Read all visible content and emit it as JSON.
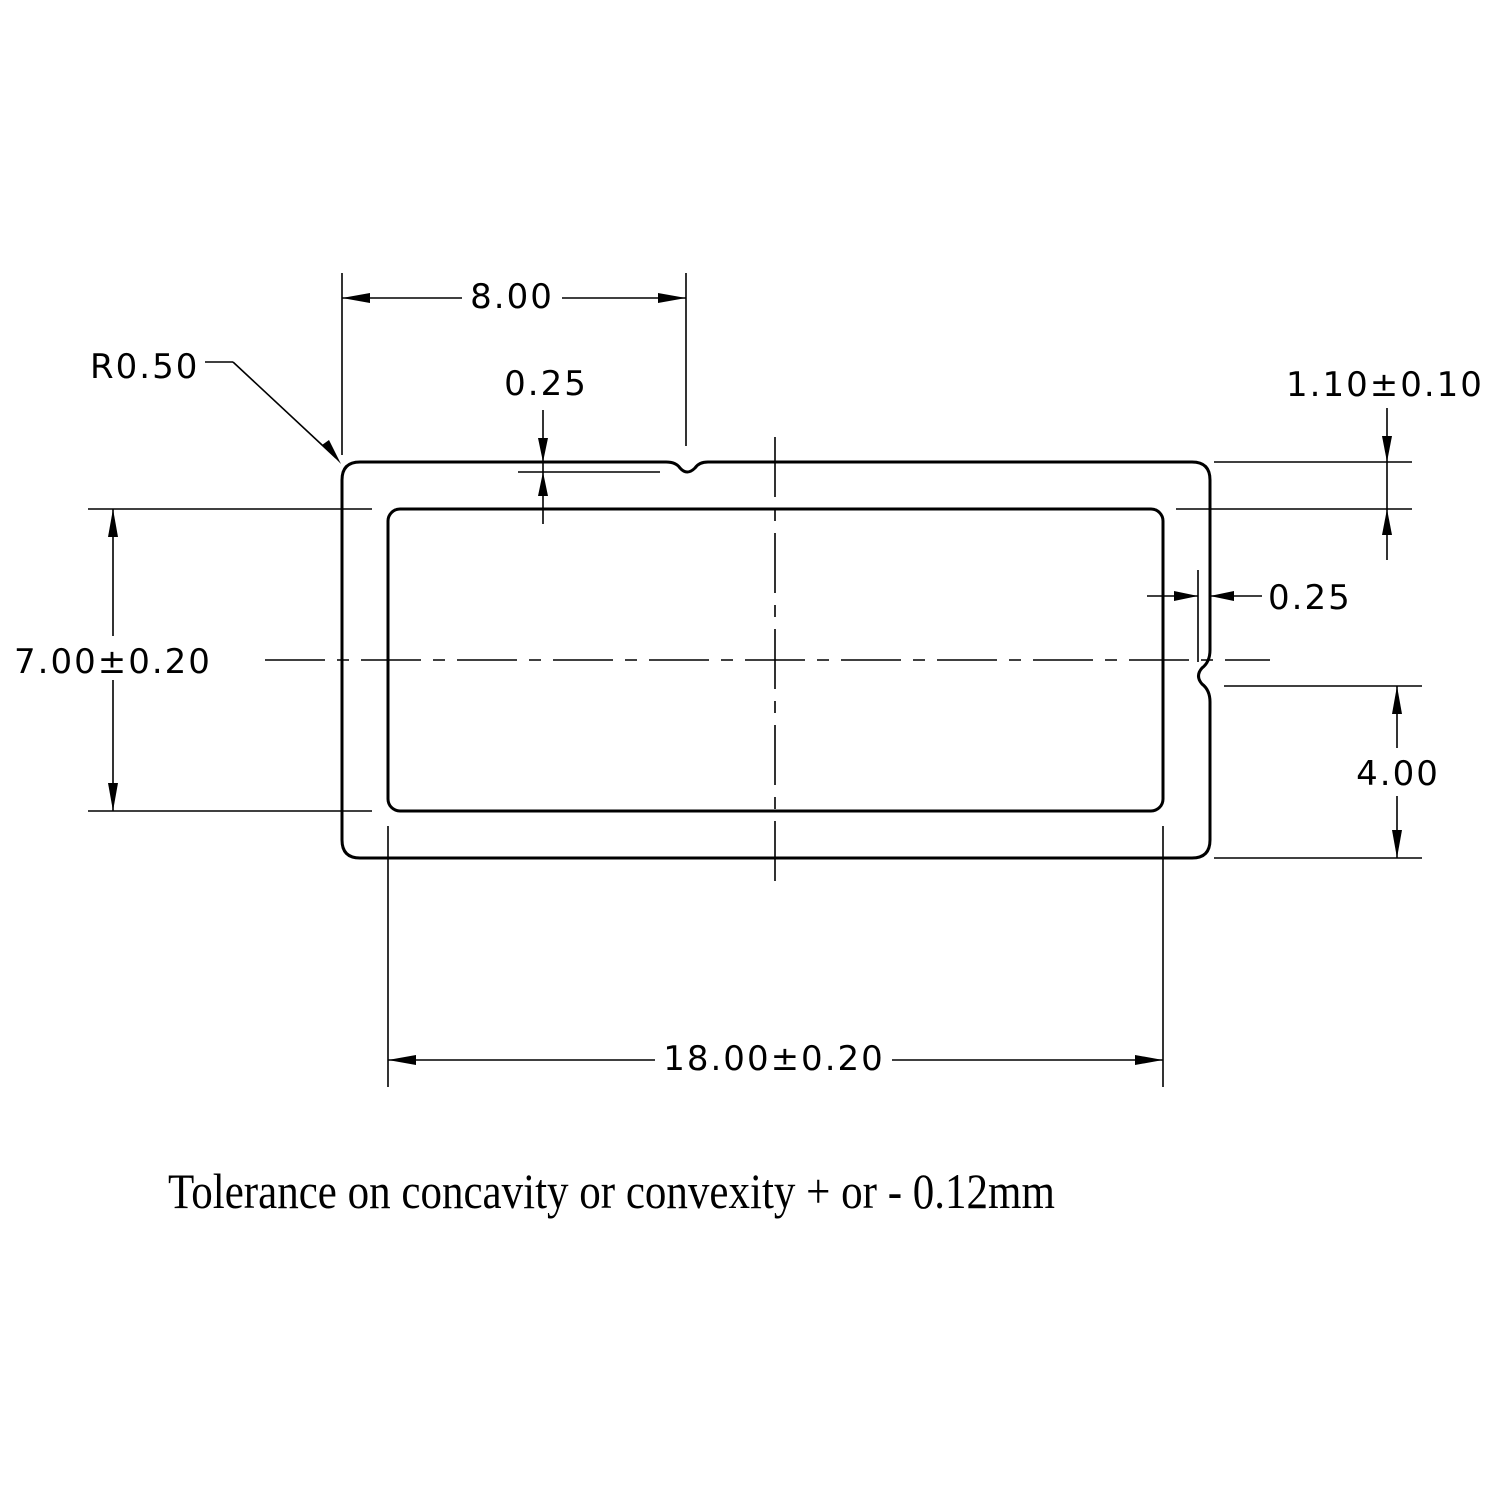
{
  "drawing": {
    "dimensions": {
      "top_width": "8.00",
      "corner_radius": "R0.50",
      "notch_depth_top": "0.25",
      "wall_thickness": "1.10±0.10",
      "notch_depth_side": "0.25",
      "inner_height": "7.00±0.20",
      "notch_position_side": "4.00",
      "inner_width": "18.00±0.20"
    },
    "note": "Tolerance on concavity or convexity + or - 0.12mm"
  }
}
